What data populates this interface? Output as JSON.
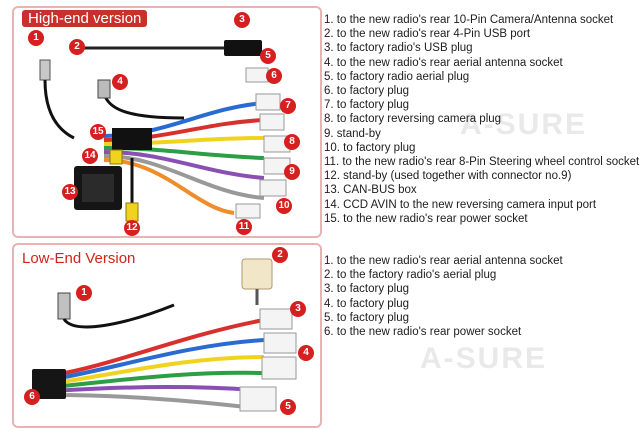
{
  "high_end": {
    "title": "High-end version",
    "items": [
      "1. to the new radio's rear 10-Pin Camera/Antenna socket",
      "2. to the new radio's rear 4-Pin USB port",
      "3. to factory radio's USB plug",
      "4. to the new radio's rear aerial antenna socket",
      "5. to factory radio aerial plug",
      "6. to factory plug",
      "7. to factory plug",
      "8. to factory reversing camera plug",
      "9. stand-by",
      "10. to factory plug",
      "11. to the new radio's rear 8-Pin Steering wheel control socket",
      "12. stand-by (used together with connector no.9)",
      "13. CAN-BUS box",
      "14. CCD AVIN to the new reversing camera input port",
      "15. to the new radio's rear power socket"
    ],
    "markers": [
      "1",
      "2",
      "3",
      "4",
      "5",
      "6",
      "7",
      "8",
      "9",
      "10",
      "11",
      "12",
      "13",
      "14",
      "15"
    ]
  },
  "low_end": {
    "title": "Low-End Version",
    "items": [
      "1. to the new radio's rear aerial antenna socket",
      "2. to the factory radio's aerial plug",
      "3. to factory plug",
      "4. to factory plug",
      "5. to factory plug",
      "6. to the new radio's rear power socket"
    ],
    "markers": [
      "1",
      "2",
      "3",
      "4",
      "5",
      "6"
    ]
  },
  "watermark": "A-SURE",
  "colors": {
    "frame": "#e9b3b3",
    "marker": "#d61f1f",
    "title_red": "#c9302c"
  }
}
